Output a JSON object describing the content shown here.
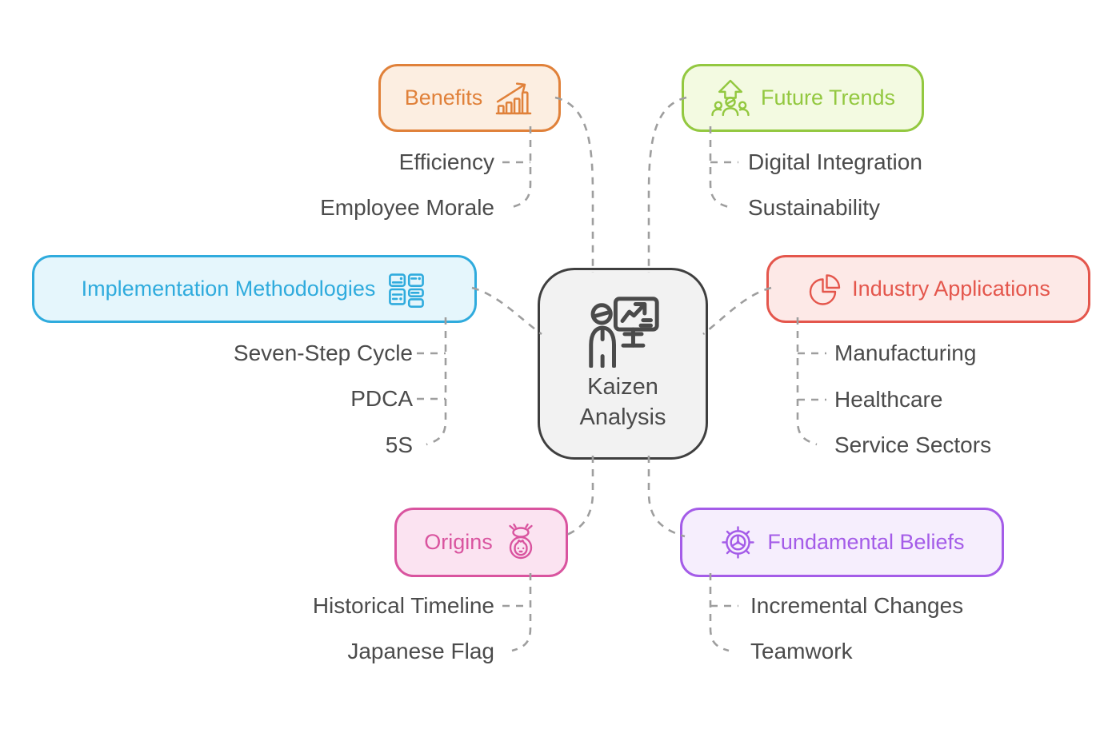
{
  "canvas": {
    "background": "#ffffff",
    "connector_color": "#9e9e9e",
    "child_text_color": "#4b4b4b"
  },
  "center": {
    "line1": "Kaizen",
    "line2": "Analysis",
    "icon": "presenter-whiteboard-chart-icon",
    "color": "#4a4a4a",
    "border": "#3f3f3f",
    "fill": "#f2f2f2"
  },
  "branches": [
    {
      "id": "benefits",
      "label": "Benefits",
      "icon": "growth-bar-chart-icon",
      "color": "#e0813a",
      "fill": "#fceee1",
      "children": [
        "Efficiency",
        "Employee Morale"
      ]
    },
    {
      "id": "future-trends",
      "label": "Future Trends",
      "icon": "team-growth-arrow-icon",
      "color": "#93c840",
      "fill": "#f3fae1",
      "children": [
        "Digital Integration",
        "Sustainability"
      ]
    },
    {
      "id": "implementation-methodologies",
      "label": "Implementation Methodologies",
      "icon": "module-cards-grid-icon",
      "color": "#2fabdd",
      "fill": "#e5f6fc",
      "children": [
        "Seven-Step Cycle",
        "PDCA",
        "5S"
      ]
    },
    {
      "id": "industry-applications",
      "label": "Industry Applications",
      "icon": "pie-chart-icon",
      "color": "#e4564c",
      "fill": "#fde9e7",
      "children": [
        "Manufacturing",
        "Healthcare",
        "Service Sectors"
      ]
    },
    {
      "id": "origins",
      "label": "Origins",
      "icon": "japanese-figure-icon",
      "color": "#d9549f",
      "fill": "#fbe3f1",
      "children": [
        "Historical Timeline",
        "Japanese Flag"
      ]
    },
    {
      "id": "fundamental-beliefs",
      "label": "Fundamental Beliefs",
      "icon": "gear-wheel-icon",
      "color": "#a45ce8",
      "fill": "#f6eefd",
      "children": [
        "Incremental Changes",
        "Teamwork"
      ]
    }
  ]
}
